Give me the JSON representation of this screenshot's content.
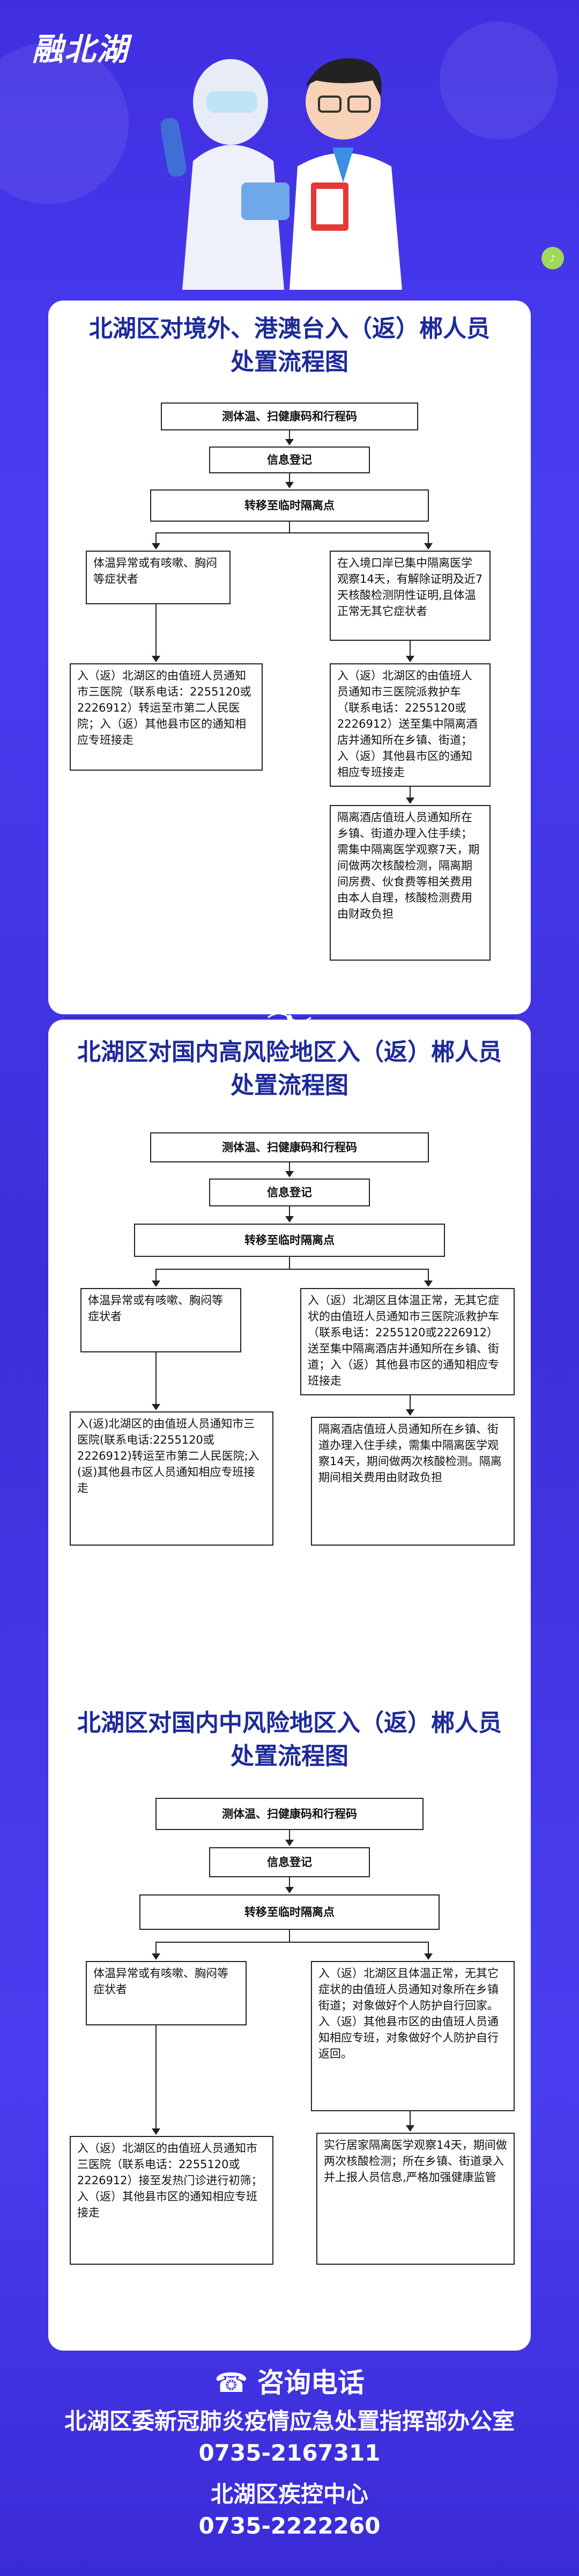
{
  "header": {
    "logo_text": "融北湖"
  },
  "sections": [
    {
      "title_line1": "北湖区对境外、港澳台入（返）郴人员",
      "title_line2": "处置流程图",
      "step1": "测体温、扫健康码和行程码",
      "step2": "信息登记",
      "step3": "转移至临时隔离点",
      "left_a": "体温异常或有咳嗽、胸闷等症状者",
      "left_b": "入（返）北湖区的由值班人员通知市三医院（联系电话：2255120或2226912）转运至市第二人民医院；入（返）其他县市区的通知相应专班接走",
      "right_a": "在入境口岸已集中隔离医学观察14天，有解除证明及近7天核酸检测阴性证明,且体温正常无其它症状者",
      "right_b": "入（返）北湖区的由值班人员通知市三医院派救护车（联系电话：2255120或2226912）送至集中隔离酒店并通知所在乡镇、街道；入（返）其他县市区的通知相应专班接走",
      "right_c": "隔离酒店值班人员通知所在乡镇、街道办理入住手续；需集中隔离医学观察7天，期间做两次核酸检测，隔离期间房费、伙食费等相关费用由本人自理，核酸检测费用由财政负担"
    },
    {
      "title_line1": "北湖区对国内高风险地区入（返）郴人员",
      "title_line2": "处置流程图",
      "step1": "测体温、扫健康码和行程码",
      "step2": "信息登记",
      "step3": "转移至临时隔离点",
      "left_a": "体温异常或有咳嗽、胸闷等症状者",
      "left_b": "入(返)北湖区的由值班人员通知市三医院(联系电话:2255120或2226912)转运至市第二人民医院;入(返)其他县市区人员通知相应专班接走",
      "right_a": "入（返）北湖区且体温正常，无其它症状的由值班人员通知市三医院派救护车（联系电话：2255120或2226912）送至集中隔离酒店并通知所在乡镇、街道；入（返）其他县市区的通知相应专班接走",
      "right_b": "隔离酒店值班人员通知所在乡镇、街道办理入住手续，需集中隔离医学观察14天，期间做两次核酸检测。隔离期间相关费用由财政负担"
    },
    {
      "title_line1": "北湖区对国内中风险地区入（返）郴人员",
      "title_line2": "处置流程图",
      "step1": "测体温、扫健康码和行程码",
      "step2": "信息登记",
      "step3": "转移至临时隔离点",
      "left_a": "体温异常或有咳嗽、胸闷等症状者",
      "left_b": "入（返）北湖区的由值班人员通知市三医院（联系电话：2255120或2226912）接至发热门诊进行初筛；入（返）其他县市区的通知相应专班接走",
      "right_a": "入（返）北湖区且体温正常，无其它症状的由值班人员通知对象所在乡镇街道；对象做好个人防护自行回家。入（返）其他县市区的由值班人员通知相应专班，对象做好个人防护自行返回。",
      "right_b": "实行居家隔离医学观察14天，期间做两次核酸检测；所在乡镇、街道录入并上报人员信息,严格加强健康监管"
    }
  ],
  "footer": {
    "hotline_label": "咨询电话",
    "office": "北湖区委新冠肺炎疫情应急处置指挥部办公室",
    "office_phone": "0735-2167311",
    "cdc": "北湖区疾控中心",
    "cdc_phone": "0735-2222260"
  },
  "colors": {
    "background": "#4336e6",
    "title": "#1d2a9a",
    "card": "#ffffff"
  }
}
